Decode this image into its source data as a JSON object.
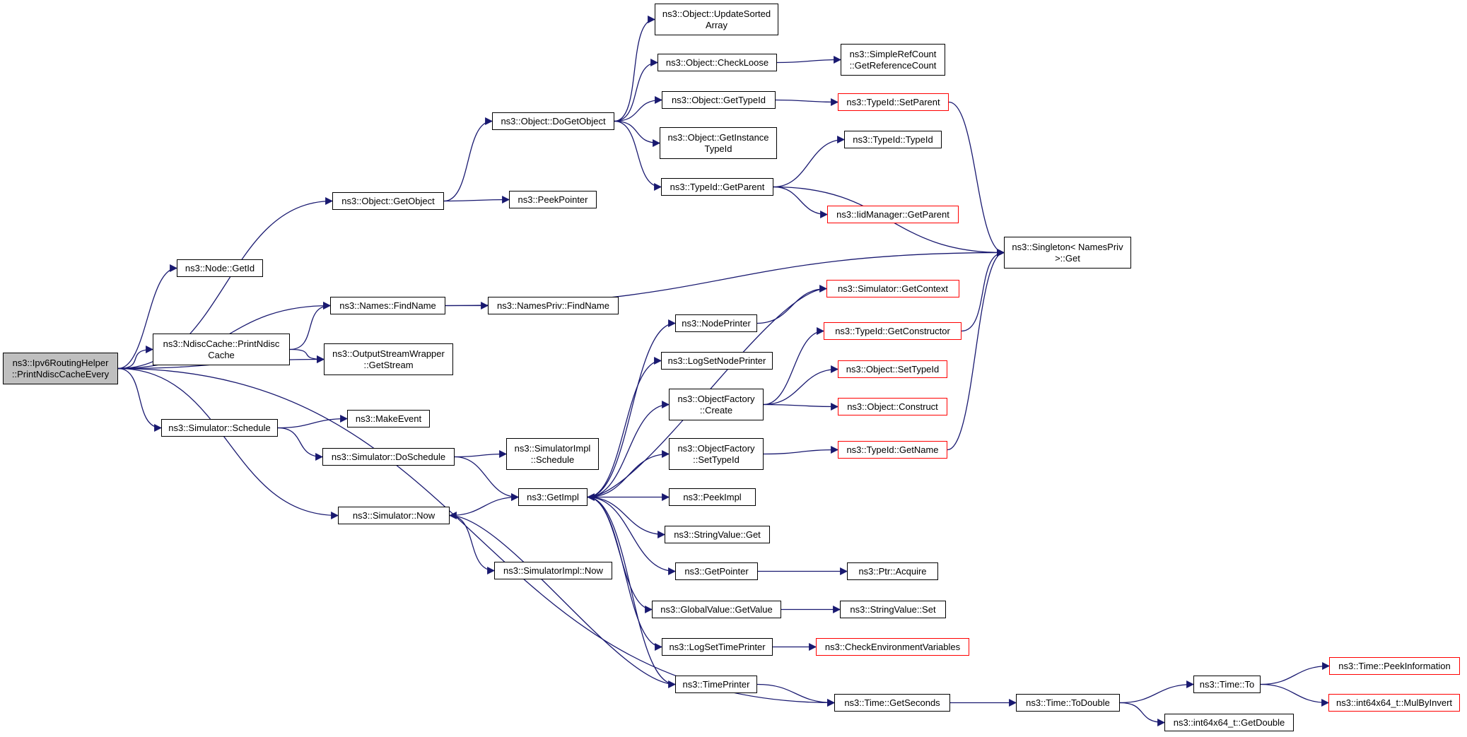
{
  "colors": {
    "edge": "#191970",
    "border": "#000000",
    "red_border": "#ff0000",
    "root_fill": "#bfbfbf"
  },
  "nodes": [
    {
      "id": "root",
      "label": "ns3::Ipv6RoutingHelper\n::PrintNdiscCacheEvery",
      "root": true
    },
    {
      "id": "getobject",
      "label": "ns3::Object::GetObject"
    },
    {
      "id": "nodegetid",
      "label": "ns3::Node::GetId"
    },
    {
      "id": "namesfind",
      "label": "ns3::Names::FindName"
    },
    {
      "id": "ndisc",
      "label": "ns3::NdiscCache::PrintNdisc\nCache"
    },
    {
      "id": "osw",
      "label": "ns3::OutputStreamWrapper\n::GetStream"
    },
    {
      "id": "schedule",
      "label": "ns3::Simulator::Schedule"
    },
    {
      "id": "simnow",
      "label": "ns3::Simulator::Now"
    },
    {
      "id": "dogetobject",
      "label": "ns3::Object::DoGetObject"
    },
    {
      "id": "peekpointer",
      "label": "ns3::PeekPointer"
    },
    {
      "id": "namesprivfind",
      "label": "ns3::NamesPriv::FindName"
    },
    {
      "id": "makeevent",
      "label": "ns3::MakeEvent"
    },
    {
      "id": "doschedule",
      "label": "ns3::Simulator::DoSchedule"
    },
    {
      "id": "getimpl",
      "label": "ns3::GetImpl"
    },
    {
      "id": "simimplnow",
      "label": "ns3::SimulatorImpl::Now"
    },
    {
      "id": "simimplsched",
      "label": "ns3::SimulatorImpl\n::Schedule"
    },
    {
      "id": "updatesorted",
      "label": "ns3::Object::UpdateSorted\nArray"
    },
    {
      "id": "checkloose",
      "label": "ns3::Object::CheckLoose"
    },
    {
      "id": "objgettypeid",
      "label": "ns3::Object::GetTypeId"
    },
    {
      "id": "getinstance",
      "label": "ns3::Object::GetInstance\nTypeId"
    },
    {
      "id": "typeidgetparent",
      "label": "ns3::TypeId::GetParent"
    },
    {
      "id": "nodeprinter",
      "label": "ns3::NodePrinter"
    },
    {
      "id": "logsetnode",
      "label": "ns3::LogSetNodePrinter"
    },
    {
      "id": "ofcreate",
      "label": "ns3::ObjectFactory\n::Create"
    },
    {
      "id": "ofsettypeid",
      "label": "ns3::ObjectFactory\n::SetTypeId"
    },
    {
      "id": "peekimpl",
      "label": "ns3::PeekImpl"
    },
    {
      "id": "strvalget",
      "label": "ns3::StringValue::Get"
    },
    {
      "id": "getpointer",
      "label": "ns3::GetPointer"
    },
    {
      "id": "gvgetvalue",
      "label": "ns3::GlobalValue::GetValue"
    },
    {
      "id": "logsettime",
      "label": "ns3::LogSetTimePrinter"
    },
    {
      "id": "timeprinter",
      "label": "ns3::TimePrinter"
    },
    {
      "id": "simplerefcount",
      "label": "ns3::SimpleRefCount\n::GetReferenceCount"
    },
    {
      "id": "typeidsetparent",
      "label": "ns3::TypeId::SetParent",
      "red": true
    },
    {
      "id": "typeidtypeid",
      "label": "ns3::TypeId::TypeId"
    },
    {
      "id": "iidgetparent",
      "label": "ns3::IidManager::GetParent",
      "red": true
    },
    {
      "id": "simgetcontext",
      "label": "ns3::Simulator::GetContext",
      "red": true
    },
    {
      "id": "getconstructor",
      "label": "ns3::TypeId::GetConstructor",
      "red": true
    },
    {
      "id": "objsettypeid",
      "label": "ns3::Object::SetTypeId",
      "red": true
    },
    {
      "id": "objconstruct",
      "label": "ns3::Object::Construct",
      "red": true
    },
    {
      "id": "typeidgetname",
      "label": "ns3::TypeId::GetName",
      "red": true
    },
    {
      "id": "ptracquire",
      "label": "ns3::Ptr::Acquire"
    },
    {
      "id": "strvalset",
      "label": "ns3::StringValue::Set"
    },
    {
      "id": "checkenv",
      "label": "ns3::CheckEnvironmentVariables",
      "red": true
    },
    {
      "id": "getseconds",
      "label": "ns3::Time::GetSeconds"
    },
    {
      "id": "singleton",
      "label": "ns3::Singleton< NamesPriv\n >::Get"
    },
    {
      "id": "todouble",
      "label": "ns3::Time::ToDouble"
    },
    {
      "id": "timeto",
      "label": "ns3::Time::To"
    },
    {
      "id": "int64getdouble",
      "label": "ns3::int64x64_t::GetDouble"
    },
    {
      "id": "peekinfo",
      "label": "ns3::Time::PeekInformation",
      "red": true
    },
    {
      "id": "mulbyinvert",
      "label": "ns3::int64x64_t::MulByInvert",
      "red": true
    }
  ],
  "edges": [
    [
      "root",
      "getobject"
    ],
    [
      "root",
      "nodegetid"
    ],
    [
      "root",
      "namesfind"
    ],
    [
      "root",
      "ndisc"
    ],
    [
      "root",
      "osw"
    ],
    [
      "root",
      "schedule"
    ],
    [
      "root",
      "simnow"
    ],
    [
      "root",
      "getseconds"
    ],
    [
      "ndisc",
      "namesfind"
    ],
    [
      "ndisc",
      "osw"
    ],
    [
      "getobject",
      "dogetobject"
    ],
    [
      "getobject",
      "peekpointer"
    ],
    [
      "namesfind",
      "namesprivfind"
    ],
    [
      "namesfind",
      "singleton"
    ],
    [
      "schedule",
      "makeevent"
    ],
    [
      "schedule",
      "doschedule"
    ],
    [
      "doschedule",
      "simimplsched"
    ],
    [
      "doschedule",
      "getimpl"
    ],
    [
      "simnow",
      "getimpl"
    ],
    [
      "simnow",
      "simimplnow"
    ],
    [
      "dogetobject",
      "updatesorted"
    ],
    [
      "dogetobject",
      "checkloose"
    ],
    [
      "dogetobject",
      "objgettypeid"
    ],
    [
      "dogetobject",
      "getinstance"
    ],
    [
      "dogetobject",
      "typeidgetparent"
    ],
    [
      "checkloose",
      "simplerefcount"
    ],
    [
      "objgettypeid",
      "typeidsetparent"
    ],
    [
      "typeidgetparent",
      "typeidtypeid"
    ],
    [
      "typeidgetparent",
      "iidgetparent"
    ],
    [
      "typeidgetparent",
      "singleton"
    ],
    [
      "typeidsetparent",
      "singleton"
    ],
    [
      "getimpl",
      "nodeprinter"
    ],
    [
      "getimpl",
      "logsetnode"
    ],
    [
      "getimpl",
      "ofcreate"
    ],
    [
      "getimpl",
      "ofsettypeid"
    ],
    [
      "getimpl",
      "peekimpl"
    ],
    [
      "getimpl",
      "strvalget"
    ],
    [
      "getimpl",
      "getpointer"
    ],
    [
      "getimpl",
      "gvgetvalue"
    ],
    [
      "getimpl",
      "logsettime"
    ],
    [
      "getimpl",
      "timeprinter"
    ],
    [
      "simgetcontext",
      "getimpl"
    ],
    [
      "timeprinter",
      "simnow"
    ],
    [
      "nodeprinter",
      "simgetcontext"
    ],
    [
      "ofcreate",
      "getconstructor"
    ],
    [
      "ofcreate",
      "objsettypeid"
    ],
    [
      "ofcreate",
      "objconstruct"
    ],
    [
      "ofsettypeid",
      "typeidgetname"
    ],
    [
      "getconstructor",
      "singleton"
    ],
    [
      "typeidgetname",
      "singleton"
    ],
    [
      "getpointer",
      "ptracquire"
    ],
    [
      "gvgetvalue",
      "strvalset"
    ],
    [
      "logsettime",
      "checkenv"
    ],
    [
      "timeprinter",
      "getseconds"
    ],
    [
      "getseconds",
      "todouble"
    ],
    [
      "todouble",
      "timeto"
    ],
    [
      "todouble",
      "int64getdouble"
    ],
    [
      "timeto",
      "peekinfo"
    ],
    [
      "timeto",
      "mulbyinvert"
    ]
  ]
}
